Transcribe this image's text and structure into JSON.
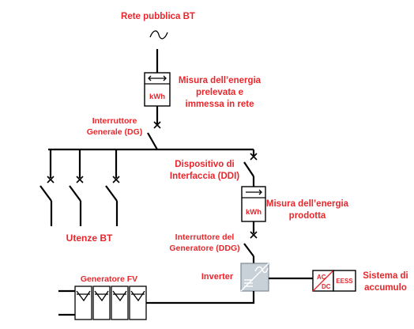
{
  "labels": {
    "grid": "Rete pubblica BT",
    "measure_grid_1": "Misura dell’energia",
    "measure_grid_2": "prelevata e",
    "measure_grid_3": "immessa in rete",
    "main_switch_1": "Interruttore",
    "main_switch_2": "Generale (DG)",
    "interface_1": "Dispositivo di",
    "interface_2": "Interfaccia (DDI)",
    "measure_prod_1": "Misura dell’energia",
    "measure_prod_2": "prodotta",
    "loads": "Utenze BT",
    "gen_switch_1": "Interruttore del",
    "gen_switch_2": "Generatore (DDG)",
    "inverter": "Inverter",
    "pv": "Generatore FV",
    "storage_1": "Sistema di",
    "storage_2": "accumulo"
  },
  "meter_unit": "kWh",
  "converter": {
    "ac": "AC",
    "dc": "DC",
    "eess": "EESS"
  },
  "colors": {
    "label": "#e8262b",
    "line": "#000000",
    "inverter_fill": "#c8d0d8"
  },
  "icons": {
    "grid_symbol": "ac-sine-icon"
  }
}
